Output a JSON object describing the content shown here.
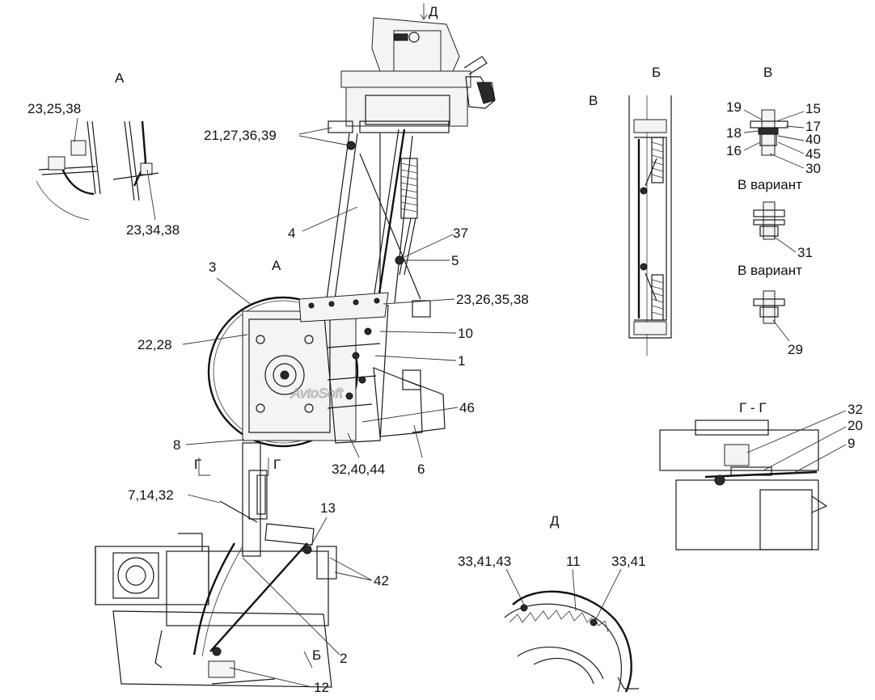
{
  "watermark": "AvtoSoft",
  "views": {
    "A": "А",
    "B_cyr": "Б",
    "V": "В",
    "V_variant_1": "В вариант",
    "V_variant_2": "В вариант",
    "G_section": "Г - Г",
    "D": "Д",
    "arrow_D": "Д",
    "cut_G_left": "Г",
    "cut_G_right": "Г",
    "arrow_B": "Б",
    "arrow_V": "В"
  },
  "callouts": {
    "c_23_25_38": "23,25,38",
    "c_23_34_38": "23,34,38",
    "c_21_27_36_39": "21,27,36,39",
    "c_4": "4",
    "c_37": "37",
    "c_5": "5",
    "c_3": "3",
    "c_23_26_35_38": "23,26,35,38",
    "c_10": "10",
    "c_22_28": "22,28",
    "c_1": "1",
    "c_46": "46",
    "c_8": "8",
    "c_32_40_44": "32,40,44",
    "c_6": "6",
    "c_7_14_32": "7,14,32",
    "c_13": "13",
    "c_42": "42",
    "c_2": "2",
    "c_12": "12",
    "c_19": "19",
    "c_15": "15",
    "c_17": "17",
    "c_18": "18",
    "c_40": "40",
    "c_16": "16",
    "c_45": "45",
    "c_30": "30",
    "c_31": "31",
    "c_29": "29",
    "c_32b": "32",
    "c_20": "20",
    "c_9": "9",
    "c_33_41_43": "33,41,43",
    "c_11": "11",
    "c_33_41": "33,41"
  }
}
